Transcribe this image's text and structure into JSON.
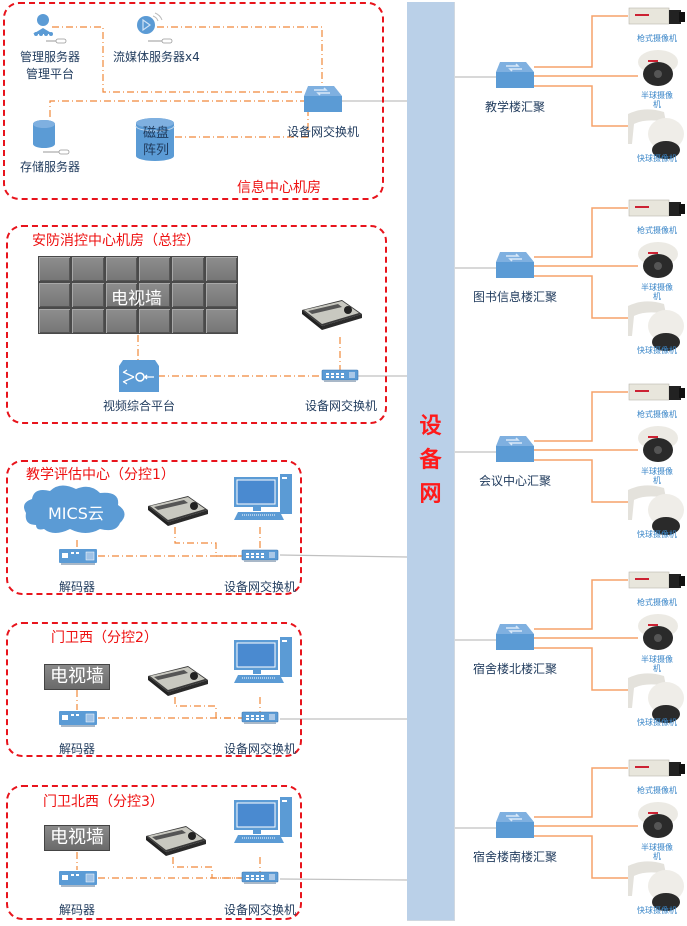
{
  "backbone": {
    "label": [
      "设",
      "备",
      "网"
    ]
  },
  "zones": {
    "info_center": {
      "title": "信息中心机房",
      "mgmt_server": [
        "管理服务器",
        "管理平台"
      ],
      "stream_server": "流媒体服务器x4",
      "storage_server": "存储服务器",
      "disk_array": [
        "磁盘",
        "阵列"
      ],
      "switch": "设备网交换机"
    },
    "security_center": {
      "title": "安防消控中心机房（总控）",
      "tv_wall": "电视墙",
      "video_platform": "视频综合平台",
      "switch": "设备网交换机"
    },
    "teaching_eval": {
      "title": "教学评估中心（分控1）",
      "cloud": "MICS云",
      "decoder": "解码器",
      "switch": "设备网交换机"
    },
    "gate_west": {
      "title": "门卫西（分控2）",
      "tv_wall": "电视墙",
      "decoder": "解码器",
      "switch": "设备网交换机"
    },
    "gate_north_west": {
      "title": "门卫北西（分控3）",
      "tv_wall": "电视墙",
      "decoder": "解码器",
      "switch": "设备网交换机"
    }
  },
  "aggregations": [
    {
      "name": "教学楼汇聚"
    },
    {
      "name": "图书信息楼汇聚"
    },
    {
      "name": "会议中心汇聚"
    },
    {
      "name": "宿舍楼北楼汇聚"
    },
    {
      "name": "宿舍楼南楼汇聚"
    }
  ],
  "cameras": {
    "box": "枪式摄像机",
    "dome": [
      "半球摄像",
      "机"
    ],
    "speed_dome": "快球摄像机"
  },
  "colors": {
    "zone_border": "#e8141c",
    "zone_title": "#ee1111",
    "device_blue": "#5b9bd5",
    "link_orange": "#f0883a",
    "backbone": "#bad0e8",
    "backbone_label": "#ff1a1a",
    "label_text": "#1f3a5c"
  }
}
